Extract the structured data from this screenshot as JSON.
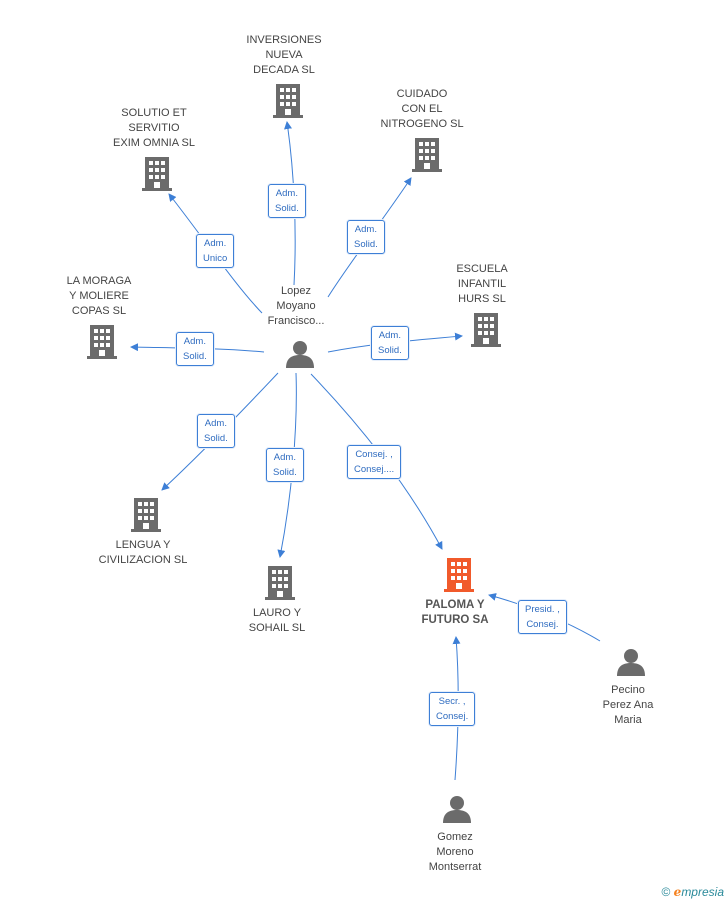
{
  "colors": {
    "edge": "#3d7fd6",
    "icon": "#6b6b6b",
    "focus_icon": "#f15a2b"
  },
  "nodes": {
    "lopez": {
      "label": "Lopez\nMoyano\nFrancisco...",
      "icon": "person-icon"
    },
    "inversiones": {
      "label": "INVERSIONES\nNUEVA\nDECADA SL",
      "icon": "building-icon"
    },
    "solutio": {
      "label": "SOLUTIO ET\nSERVITIO\nEXIM OMNIA  SL",
      "icon": "building-icon"
    },
    "cuidado": {
      "label": "CUIDADO\nCON EL\nNITROGENO SL",
      "icon": "building-icon"
    },
    "moraga": {
      "label": "LA MORAGA\nY MOLIERE\nCOPAS SL",
      "icon": "building-icon"
    },
    "escuela": {
      "label": "ESCUELA\nINFANTIL\nHURS SL",
      "icon": "building-icon"
    },
    "lengua": {
      "label": "LENGUA Y\nCIVILIZACION SL",
      "icon": "building-icon"
    },
    "lauro": {
      "label": "LAURO Y\nSOHAIL SL",
      "icon": "building-icon"
    },
    "paloma": {
      "label": "PALOMA Y\nFUTURO SA",
      "icon": "building-icon"
    },
    "pecino": {
      "label": "Pecino\nPerez Ana\nMaria",
      "icon": "person-icon"
    },
    "gomez": {
      "label": "Gomez\nMoreno\nMontserrat",
      "icon": "person-icon"
    }
  },
  "relations": {
    "inversiones": "Adm.\nSolid.",
    "solutio": "Adm.\nUnico",
    "cuidado": "Adm.\nSolid.",
    "moraga": "Adm.\nSolid.",
    "escuela": "Adm.\nSolid.",
    "lengua": "Adm.\nSolid.",
    "lauro": "Adm.\nSolid.",
    "paloma": "Consej. ,\nConsej....",
    "pecino": "Presid. ,\nConsej.",
    "gomez": "Secr. ,\nConsej."
  },
  "footer": {
    "copyright": "©",
    "brand_initial": "e",
    "brand_rest": "mpresia"
  }
}
